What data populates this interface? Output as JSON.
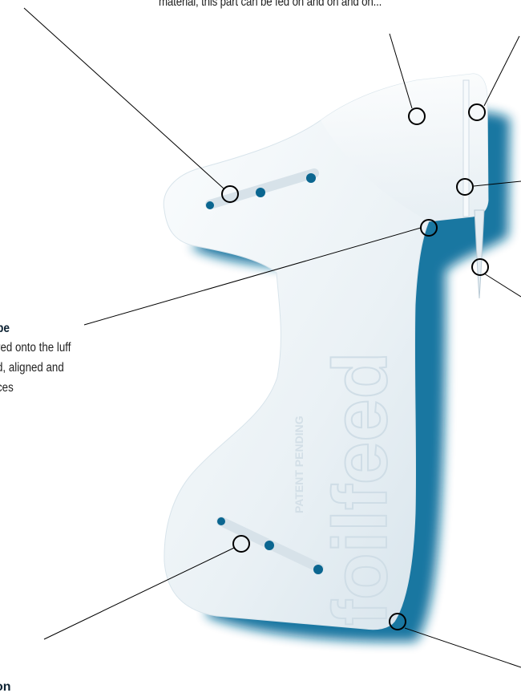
{
  "captions": {
    "top": "material, this part can be fed on and on and on...",
    "left_title": "pe",
    "left_body": [
      "red onto the luff",
      "d, aligned and",
      "ces"
    ],
    "bottom": "on"
  },
  "embossed": {
    "brand": "foilfeed",
    "patent": "PATENT PENDING"
  },
  "colors": {
    "shadow": "#0e6f9c",
    "part": "#eef3f6",
    "hole": "#0b6690",
    "callout": "#000000"
  }
}
